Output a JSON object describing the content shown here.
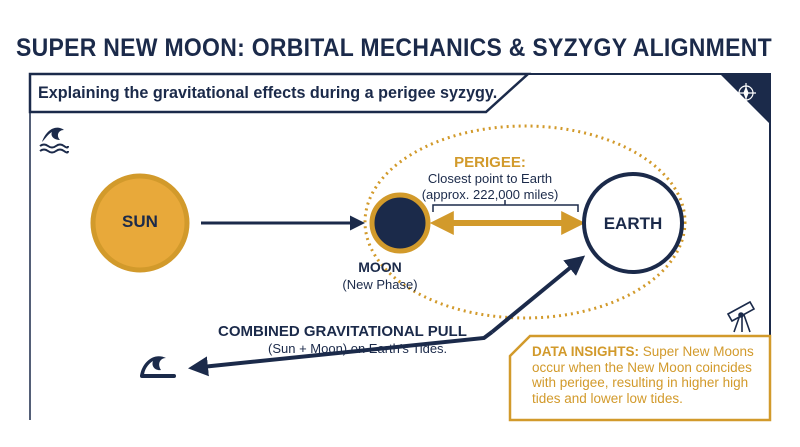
{
  "title": "SUPER NEW MOON: ORBITAL MECHANICS & SYZYGY ALIGNMENT",
  "subtitle": "Explaining the gravitational effects during a perigee syzygy.",
  "bodies": {
    "sun": "SUN",
    "earth": "EARTH",
    "moon": "MOON",
    "moon_phase": "(New Phase)"
  },
  "perigee": {
    "title": "PERIGEE:",
    "line1": "Closest point to Earth",
    "line2": "(approx. 222,000 miles)"
  },
  "pull": {
    "title": "COMBINED GRAVITATIONAL PULL",
    "subtitle": "(Sun + Moon) on Earth's Tides."
  },
  "insights": {
    "heading": "DATA INSIGHTS:",
    "text": " Super New Moons occur when the New Moon coincides with perigee, resulting in higher high tides and lower low tides."
  },
  "colors": {
    "navy": "#1b2a4a",
    "gold": "#d29a2b",
    "sun_fill": "#e8a93a"
  },
  "icons": [
    "wave-icon",
    "compass-icon",
    "telescope-icon"
  ]
}
